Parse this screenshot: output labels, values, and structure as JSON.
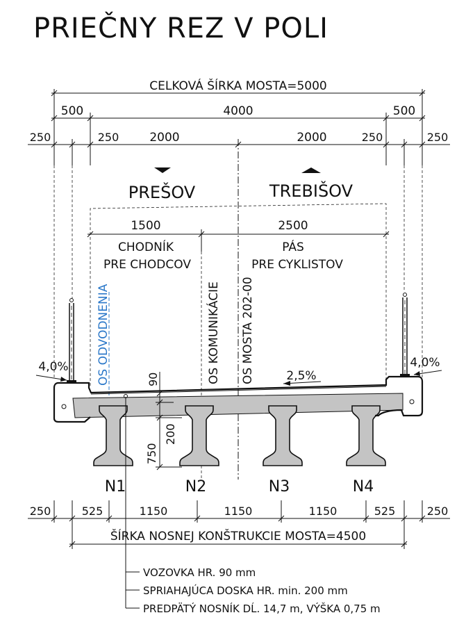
{
  "title": "PRIEČNY REZ V POLI",
  "dimensions": {
    "total_width": "CELKOVÁ ŠÍRKA MOSTA=5000",
    "row2": [
      "500",
      "4000",
      "500"
    ],
    "row3": [
      "250",
      "250",
      "2000",
      "2000",
      "250",
      "250"
    ],
    "bottom_row": [
      "250",
      "525",
      "1150",
      "1150",
      "1150",
      "525",
      "250"
    ],
    "structure_width": "ŠÍRKA NOSNEJ KONŠTRUKCIE MOSTA=4500",
    "walkway_width": "1500",
    "cycle_width": "2500",
    "paving_thickness": "90",
    "slab_thickness": "200",
    "beam_height": "750"
  },
  "directions": {
    "left": "PREŠOV",
    "right": "TREBIŠOV"
  },
  "zones": {
    "walkway": [
      "CHODNÍK",
      "PRE CHODCOV"
    ],
    "cycle": [
      "PÁS",
      "PRE CYKLISTOV"
    ]
  },
  "axes": {
    "drainage": "OS ODVODNENIA",
    "communication": "OS KOMUNIKÁCIE",
    "bridge": "OS MOSTA 202-00"
  },
  "slopes": {
    "left": "4,0%",
    "right": "4,0%",
    "deck": "2,5%"
  },
  "beams": [
    "N1",
    "N2",
    "N3",
    "N4"
  ],
  "notes": [
    "VOZOVKA HR. 90 mm",
    "SPRIAHAJÚCA DOSKA HR. min. 200 mm",
    "PREDPÄTÝ NOSNÍK DĹ. 14,7 m, VÝŠKA 0,75 m"
  ],
  "colors": {
    "concrete": "#c4c4c4",
    "line": "#111111",
    "axis_label": "#2b78c9"
  }
}
